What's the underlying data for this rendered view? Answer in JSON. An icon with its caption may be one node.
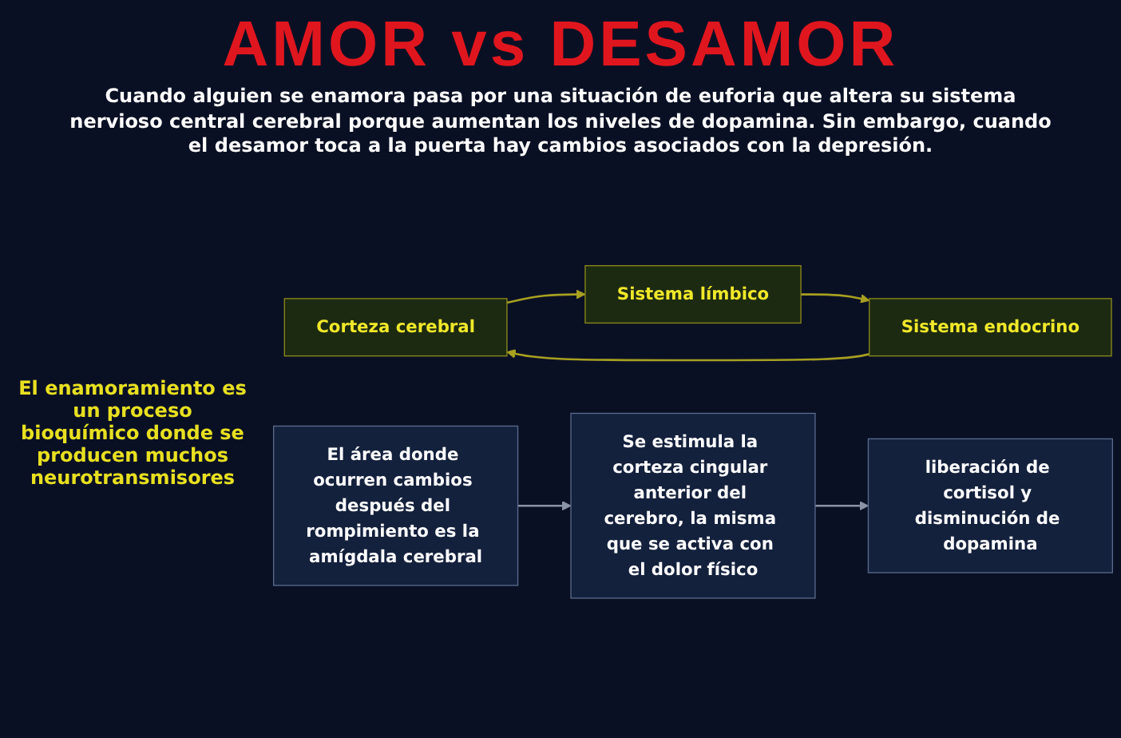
{
  "diagram": {
    "title": "AMOR vs DESAMOR",
    "nodes": [
      {
        "text": [
          "Corteza cerebral"
        ]
      },
      {
        "text": [
          "Sistema límbico"
        ]
      },
      {
        "text": [
          "Sistema endocrino"
        ]
      },
      {
        "text": [
          "El área donde ocurren cambios después del rompimiento es la amígdala cerebral"
        ]
      },
      {
        "text": [
          "Se estimula la corteza cingular anterior del cerebro, la misma que se activa con el dolor físico"
        ]
      },
      {
        "text": [
          "liberación de cortisol y disminución de dopamina"
        ]
      }
    ],
    "edges": [
      {
        "from": 0,
        "to": 1,
        "arrow": "to"
      },
      {
        "from": 1,
        "to": 2,
        "arrow": "to"
      },
      {
        "from": 2,
        "to": 0,
        "arrow": "to"
      },
      {
        "from": 3,
        "to": 4,
        "arrow": "to",
        "color": "#8a94a6"
      },
      {
        "from": 4,
        "to": 5,
        "arrow": "to",
        "color": "#8a94a6"
      }
    ],
    "labels": [
      "Cuando alguien se enamora pasa por una situación de euforia que altera su sistema nervioso central cerebral porque aumentan los niveles de dopamina. Sin embargo, cuando el desamor toca a la puerta hay cambios asociados con la depresión.",
      "El enamoramiento es un proceso bioquímico donde se producen muchos neurotransmisores"
    ]
  }
}
